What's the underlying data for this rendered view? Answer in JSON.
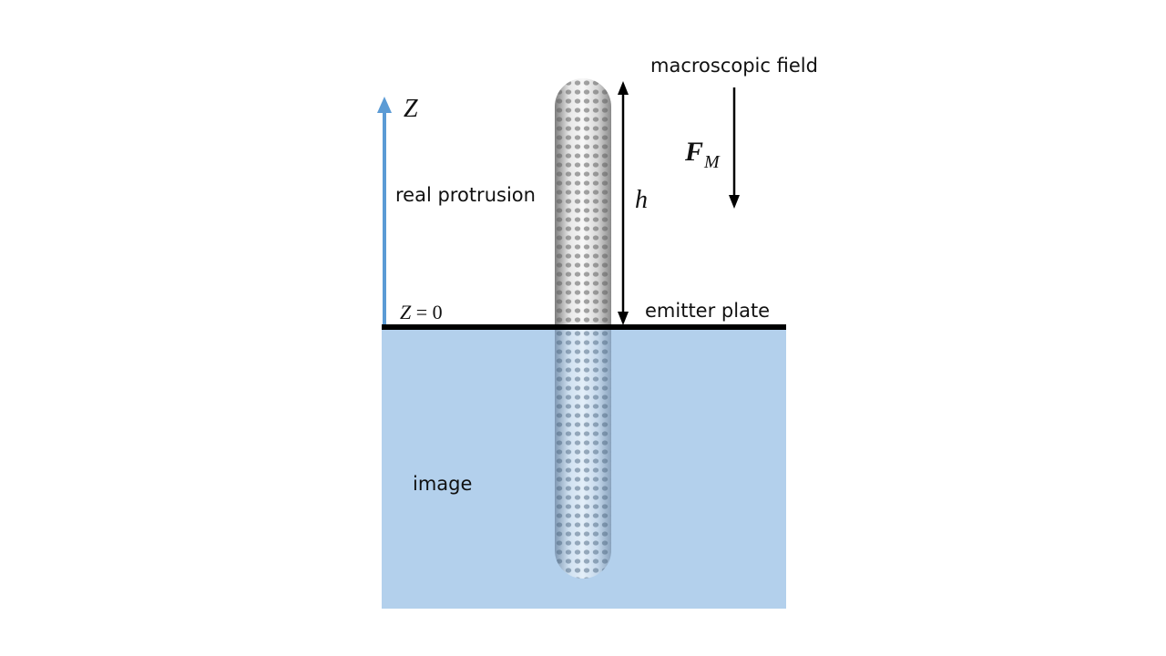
{
  "diagram": {
    "labels": {
      "macroscopic_field": "macroscopic field",
      "field_symbol": "F",
      "field_subscript": "M",
      "z_axis": "Z",
      "z_zero_var": "Z",
      "z_zero_eq": "= 0",
      "real_protrusion": "real protrusion",
      "height": "h",
      "emitter_plate": "emitter plate",
      "image": "image"
    },
    "colors": {
      "image_region": "#b3d0ec",
      "axis_arrow": "#5b9bd5",
      "plate": "#000000",
      "tube_light": "#f2f2f2",
      "tube_dark": "#8a8a8a",
      "image_tube_light": "#dce9f5",
      "image_tube_dark": "#7f98b3"
    }
  }
}
